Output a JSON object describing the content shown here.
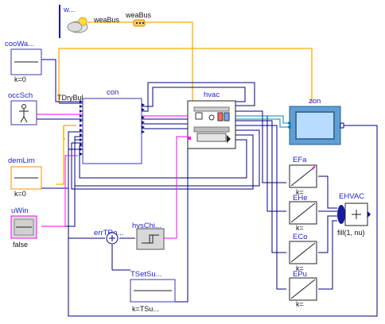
{
  "blocks": {
    "weather": {
      "label": "w..."
    },
    "weaBus": {
      "label": "weaBus",
      "wire_label": "weaBus"
    },
    "cooWat": {
      "label": "cooWa...",
      "param": "k=0"
    },
    "occSch": {
      "label": "occSch"
    },
    "demLim": {
      "label": "demLim",
      "param": "k=0"
    },
    "uWin": {
      "label": "uWin",
      "param": "false"
    },
    "con": {
      "label": "con",
      "wire_label": "TDryBul"
    },
    "hvac": {
      "label": "hvac"
    },
    "zon": {
      "label": "zon"
    },
    "errTRoo": {
      "label": "errTRo..."
    },
    "hysChi": {
      "label": "hysChi..."
    },
    "TSetSup": {
      "label": "TSetSu...",
      "param": "k=TSu..."
    },
    "EFan": {
      "label": "EFa",
      "param": "k="
    },
    "EHea": {
      "label": "EHe",
      "param": "k="
    },
    "ECoo": {
      "label": "ECo",
      "param": "k="
    },
    "EPum": {
      "label": "EPu",
      "param": "k="
    },
    "EHVAC": {
      "label": "EHVAC",
      "param": "fill(1, nu)"
    }
  },
  "colors": {
    "real_signal": "#000080",
    "boolean_signal": "#ff00ff",
    "bus": "#ffaa00",
    "fluid": "#0082b0",
    "label": "#1f1fcf"
  },
  "icons": [
    "weather-cloud-icon",
    "person-icon",
    "window-icon",
    "add-icon",
    "gain-icon",
    "hysteresis-icon"
  ]
}
